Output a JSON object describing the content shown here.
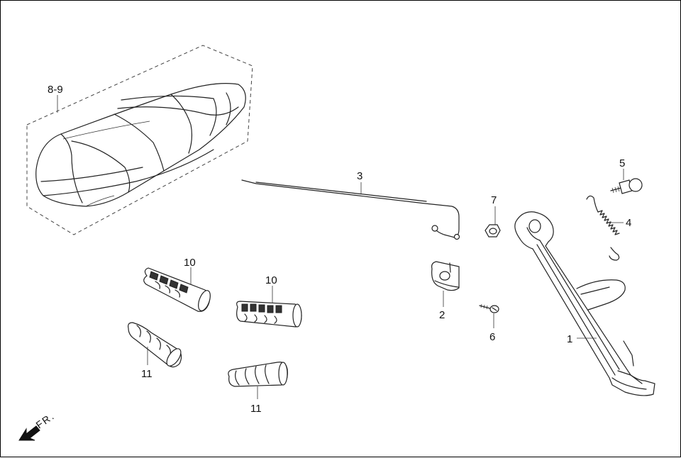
{
  "callouts": {
    "seat": "8-9",
    "stand": "1",
    "bracket": "2",
    "rod": "3",
    "spring": "4",
    "bolt": "5",
    "screw": "6",
    "nut": "7",
    "grip_a": "10",
    "grip_b": "10",
    "grip_c": "11",
    "grip_d": "11"
  },
  "front_indicator": "FR."
}
